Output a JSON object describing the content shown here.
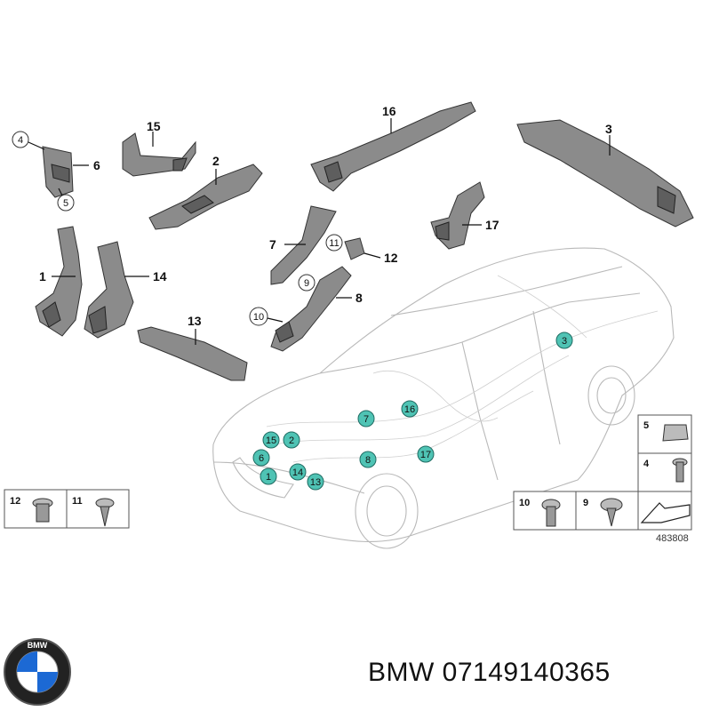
{
  "callouts": {
    "p1": "1",
    "p2": "2",
    "p3": "3",
    "p4": "4",
    "p5": "5",
    "p6": "6",
    "p7": "7",
    "p8": "8",
    "p9": "9",
    "p10": "10",
    "p11": "11",
    "p12": "12",
    "p13": "13",
    "p14": "14",
    "p15": "15",
    "p16": "16",
    "p17": "17"
  },
  "car_markers": [
    "3",
    "7",
    "16",
    "15",
    "2",
    "6",
    "8",
    "17",
    "14",
    "1",
    "13"
  ],
  "fastener_table": {
    "r1": "5",
    "r2": "4",
    "r3a": "10",
    "r3b": "9",
    "l1a": "12",
    "l1b": "11"
  },
  "reference_number": "483808",
  "caption": "BMW 07149140365",
  "colors": {
    "marker_fill": "#4fc3b4",
    "marker_stroke": "#1f6b62",
    "part_gray": "#8b8b8b"
  },
  "logo": {
    "name": "bmw-roundel",
    "letters": "BMW"
  }
}
